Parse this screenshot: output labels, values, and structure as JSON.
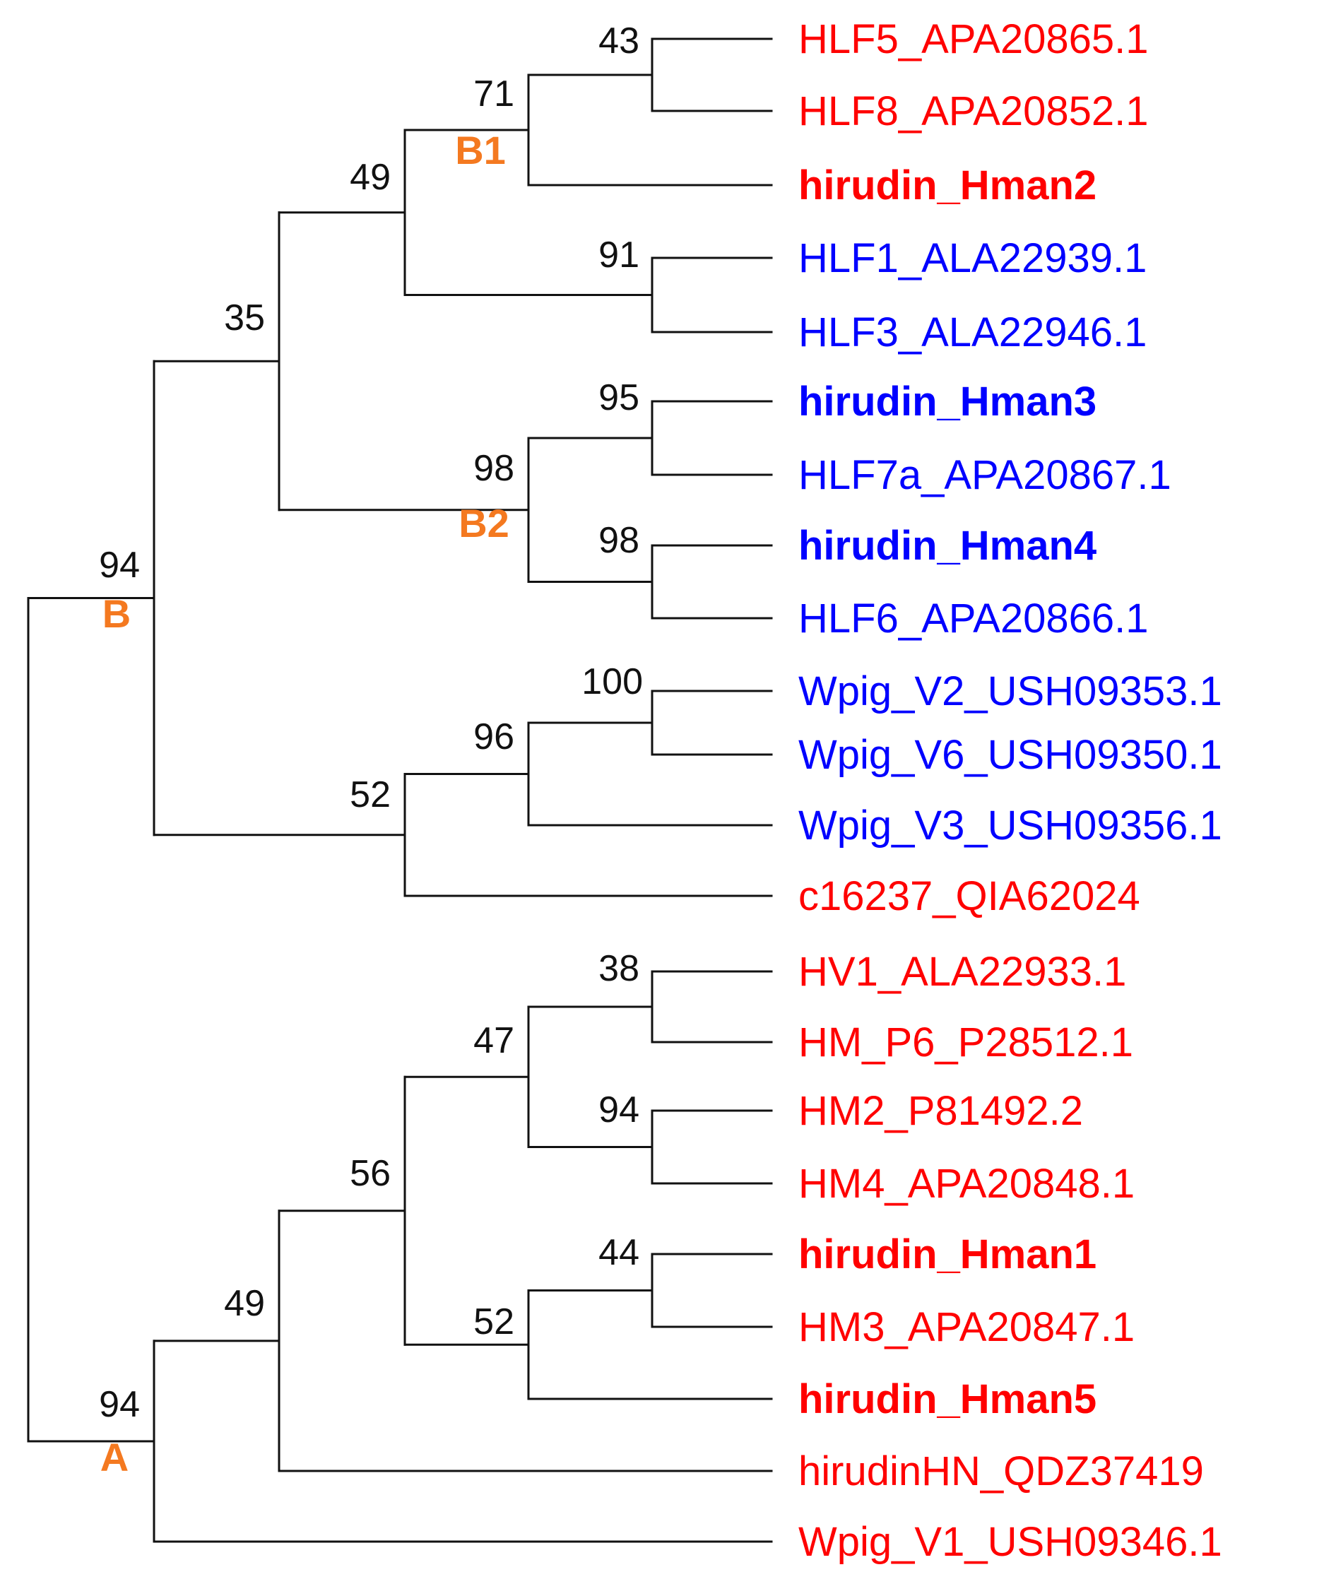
{
  "colors": {
    "red_group": "#ff0000",
    "blue_group": "#0000ff",
    "clade_label": "#f47920",
    "branch": "#111111"
  },
  "leaves": {
    "l1": {
      "label": "HLF5_APA20865.1",
      "color": "red",
      "bold": false
    },
    "l2": {
      "label": "HLF8_APA20852.1",
      "color": "red",
      "bold": false
    },
    "l3": {
      "label": "hirudin_Hman2",
      "color": "red",
      "bold": true
    },
    "l4": {
      "label": "HLF1_ALA22939.1",
      "color": "blue",
      "bold": false
    },
    "l5": {
      "label": "HLF3_ALA22946.1",
      "color": "blue",
      "bold": false
    },
    "l6": {
      "label": "hirudin_Hman3",
      "color": "blue",
      "bold": true
    },
    "l7": {
      "label": "HLF7a_APA20867.1",
      "color": "blue",
      "bold": false
    },
    "l8": {
      "label": "hirudin_Hman4",
      "color": "blue",
      "bold": true
    },
    "l9": {
      "label": "HLF6_APA20866.1",
      "color": "blue",
      "bold": false
    },
    "l10": {
      "label": "Wpig_V2_USH09353.1",
      "color": "blue",
      "bold": false
    },
    "l11": {
      "label": "Wpig_V6_USH09350.1",
      "color": "blue",
      "bold": false
    },
    "l12": {
      "label": "Wpig_V3_USH09356.1",
      "color": "blue",
      "bold": false
    },
    "l13": {
      "label": "c16237_QIA62024",
      "color": "red",
      "bold": false
    },
    "l14": {
      "label": "HV1_ALA22933.1",
      "color": "red",
      "bold": false
    },
    "l15": {
      "label": "HM_P6_P28512.1",
      "color": "red",
      "bold": false
    },
    "l16": {
      "label": "HM2_P81492.2",
      "color": "red",
      "bold": false
    },
    "l17": {
      "label": "HM4_APA20848.1",
      "color": "red",
      "bold": false
    },
    "l18": {
      "label": "hirudin_Hman1",
      "color": "red",
      "bold": true
    },
    "l19": {
      "label": "HM3_APA20847.1",
      "color": "red",
      "bold": false
    },
    "l20": {
      "label": "hirudin_Hman5",
      "color": "red",
      "bold": true
    },
    "l21": {
      "label": "hirudinHN_QDZ37419",
      "color": "red",
      "bold": false
    },
    "l22": {
      "label": "Wpig_V1_USH09346.1",
      "color": "red",
      "bold": false
    }
  },
  "nodes": {
    "n_hlf5_hlf8": {
      "support": "43"
    },
    "n_b1": {
      "support": "71",
      "clade": "B1"
    },
    "n_hlf1_hlf3": {
      "support": "91"
    },
    "n_b1_hlf1": {
      "support": "49"
    },
    "n_hman3_hlf7a": {
      "support": "95"
    },
    "n_hman4_hlf6": {
      "support": "98"
    },
    "n_b2": {
      "support": "98",
      "clade": "B2"
    },
    "n_b1_b2": {
      "support": "35"
    },
    "n_wpig_v2_v6": {
      "support": "100"
    },
    "n_wpig_v3": {
      "support": "96"
    },
    "n_c16237": {
      "support": "52"
    },
    "n_b": {
      "support": "94",
      "clade": "B"
    },
    "n_hv1_hmp6": {
      "support": "38"
    },
    "n_hm2_hm4": {
      "support": "94"
    },
    "n_hm_group": {
      "support": "47"
    },
    "n_hman1_hm3": {
      "support": "44"
    },
    "n_hman5": {
      "support": "52"
    },
    "n_hm_hman": {
      "support": "56"
    },
    "n_hirudinhn": {
      "support": "49"
    },
    "n_a": {
      "support": "94",
      "clade": "A"
    }
  }
}
